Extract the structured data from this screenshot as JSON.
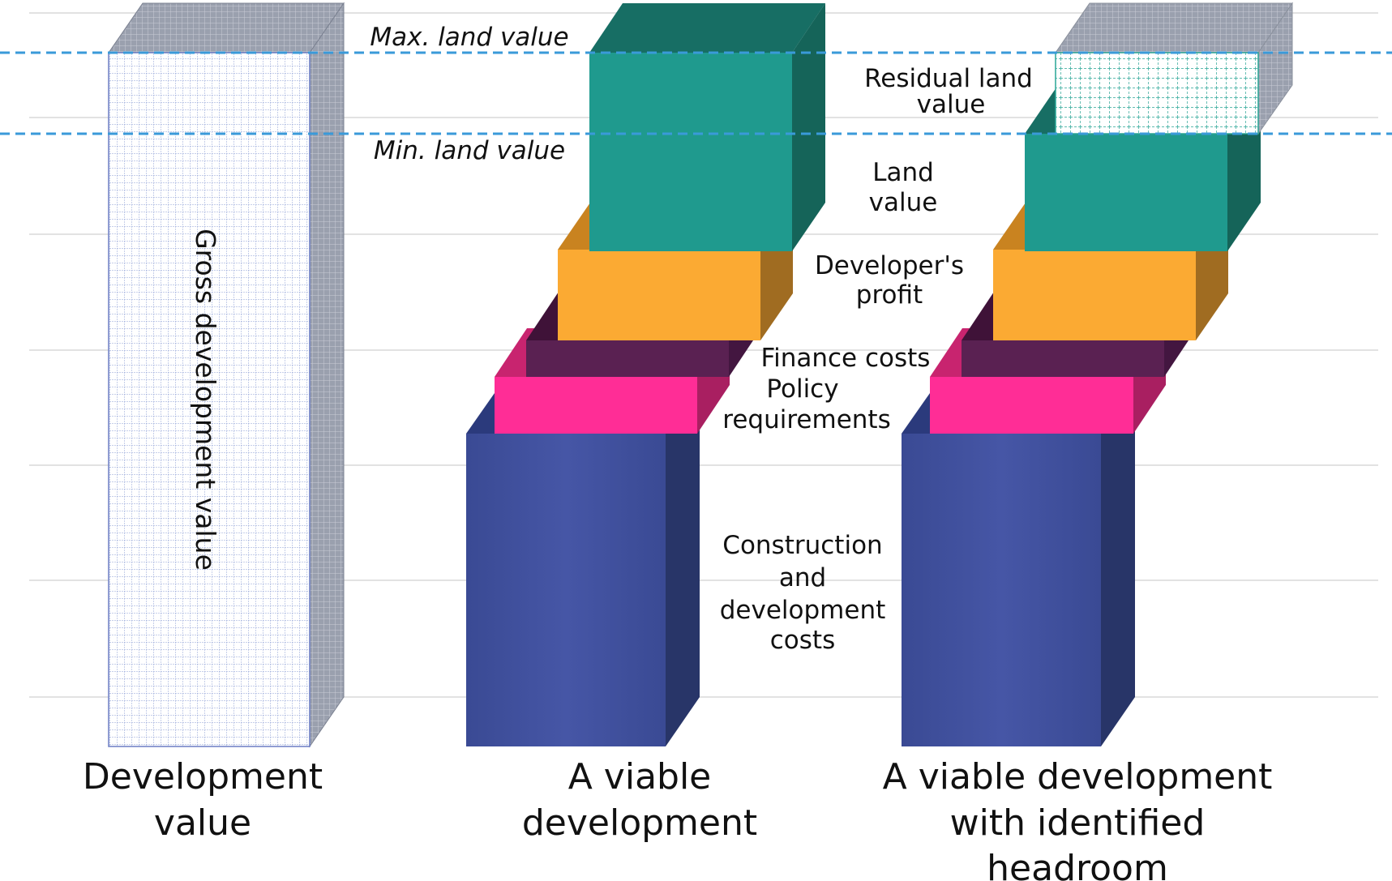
{
  "lines": {
    "max_label": "Max. land value",
    "min_label": "Min. land value"
  },
  "bar1": {
    "vertical_label": "Gross development value",
    "category_line1": "Development",
    "category_line2": "value"
  },
  "bar2": {
    "category_line1": "A viable",
    "category_line2": "development"
  },
  "bar3": {
    "category_line1": "A viable development",
    "category_line2": "with identified",
    "category_line3": "headroom"
  },
  "labels": {
    "residual_line1": "Residual land",
    "residual_line2": "value",
    "land_line1": "Land",
    "land_line2": "value",
    "profit_line1": "Developer's",
    "profit_line2": "profit",
    "finance": "Finance costs",
    "policy_line1": "Policy",
    "policy_line2": "requirements",
    "construction_line1": "Construction",
    "construction_line2": "and",
    "construction_line3": "development",
    "construction_line4": "costs"
  },
  "colors": {
    "construction": "#40529e",
    "policy": "#ff2d96",
    "finance": "#5a2152",
    "profit": "#fbaa33",
    "land": "#1f9a8e",
    "guide_line": "#3a9ad9",
    "gdv_fill": "#e8ecf8"
  }
}
